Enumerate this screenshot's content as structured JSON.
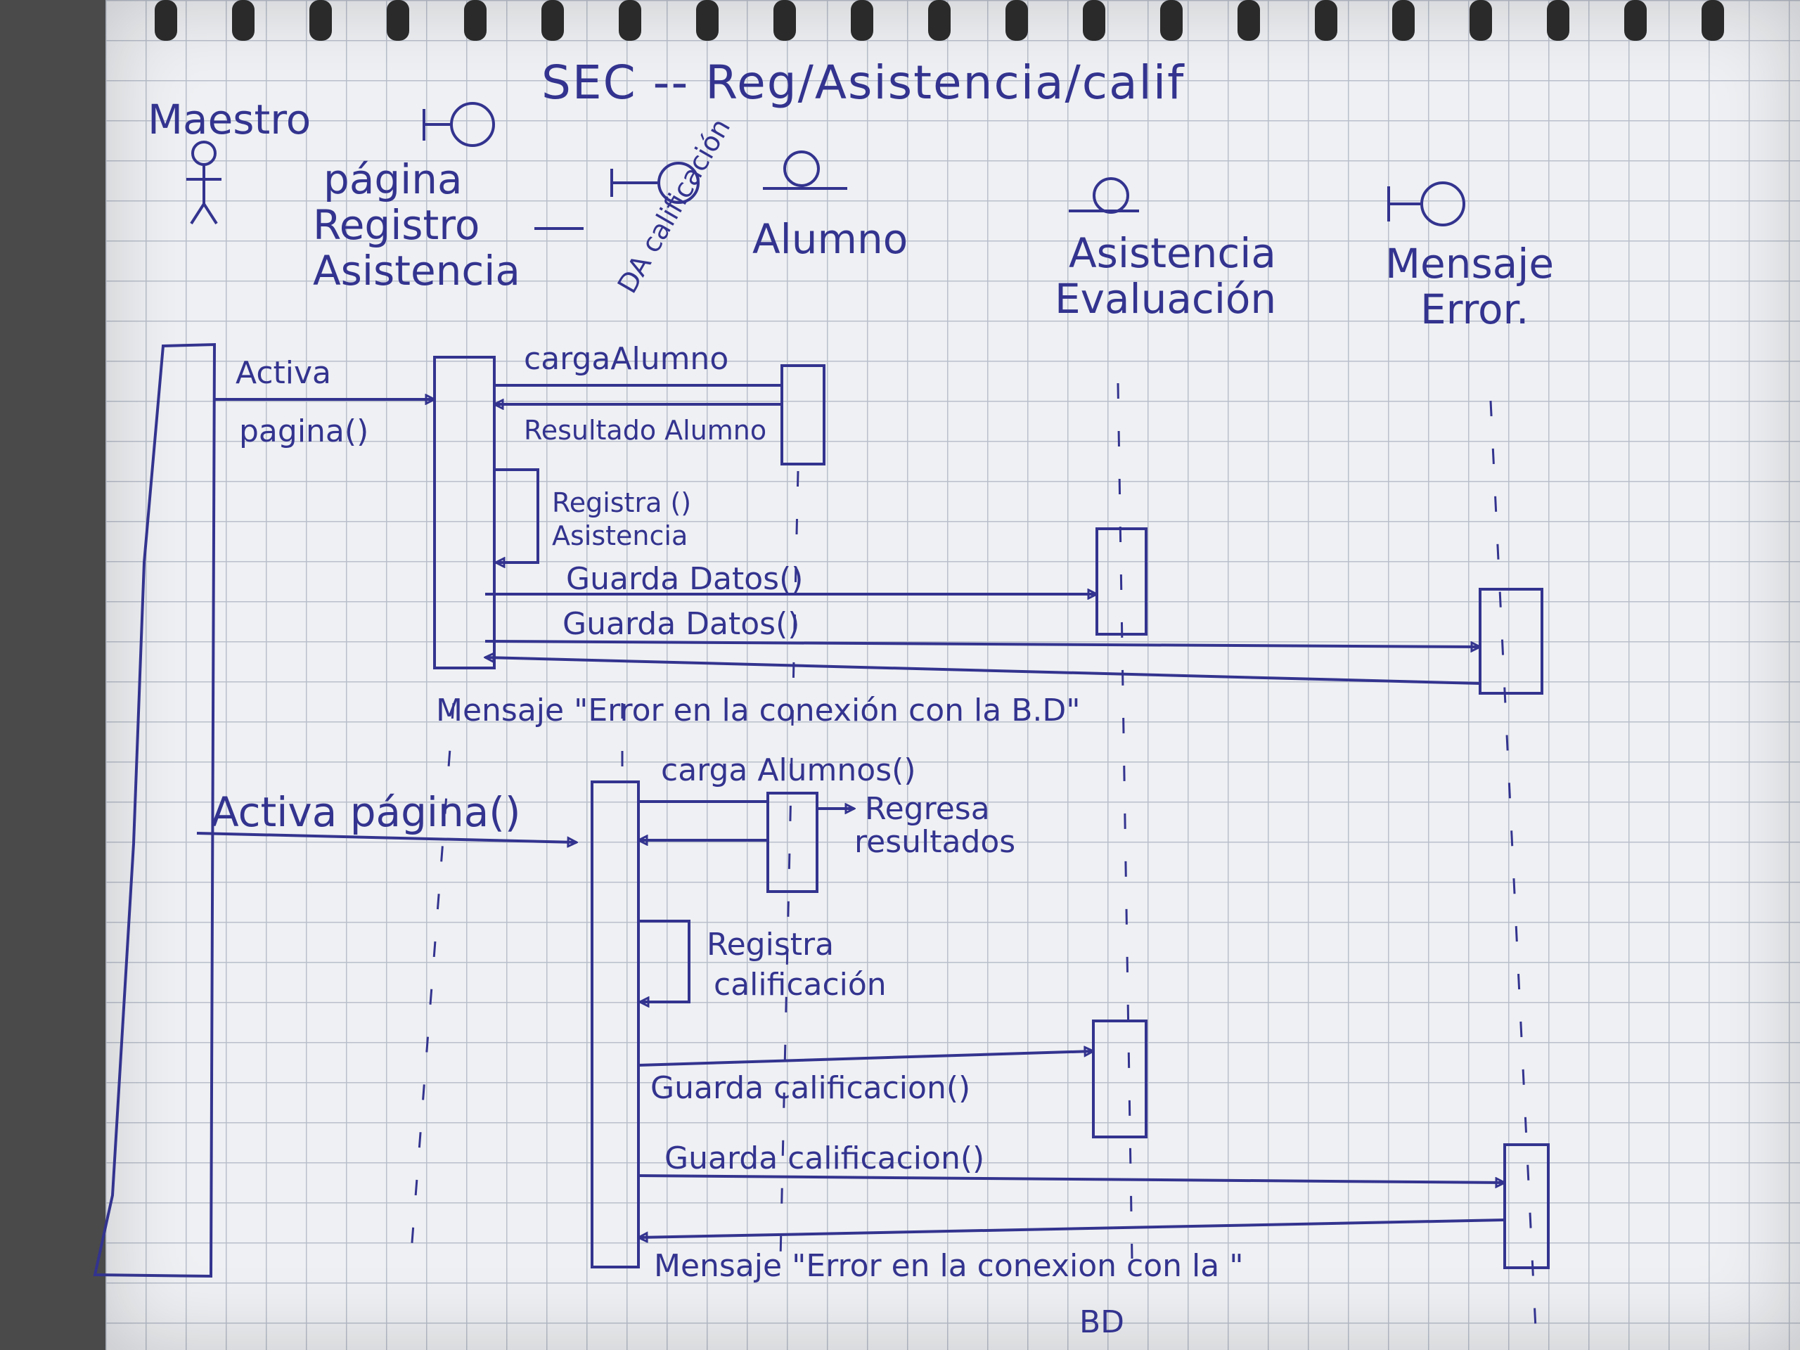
{
  "title": "SEC -- Reg/Asistencia/calif",
  "lifelines": {
    "actor": "Maestro",
    "page": [
      "página",
      "Registro",
      "Asistencia"
    ],
    "calif": "DA calificación",
    "alumno": "Alumno",
    "asistencia": [
      "Asistencia",
      "Evaluación"
    ],
    "error": [
      "Mensaje",
      "Error."
    ]
  },
  "messages": {
    "m1": [
      "Activa",
      "pagina()"
    ],
    "m2": "cargaAlumno",
    "m3": "Resultado Alumno",
    "m4": [
      "Registra ()",
      "Asistencia"
    ],
    "m5": "Guarda Datos()",
    "m6": "Guarda Datos()",
    "m7": "Mensaje \"Error en la conexión con la B.D\"",
    "m8": "Activa página()",
    "m9": "carga Alumnos()",
    "m10": [
      "Regresa",
      "resultados"
    ],
    "m11": [
      "Registra",
      "calificación"
    ],
    "m12": "Guarda calificacion()",
    "m13": "Guarda calificacion()",
    "m14": [
      "Mensaje \"Error en la conexion con la \"",
      "BD"
    ]
  }
}
